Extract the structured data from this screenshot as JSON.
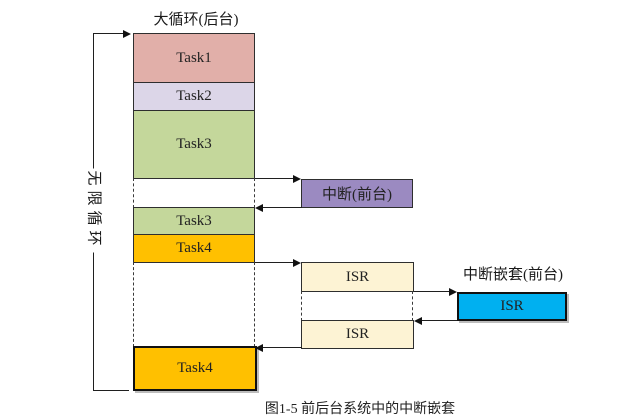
{
  "diagram": {
    "title": "大循环(后台)",
    "infinite_loop_label": "无限循环",
    "background_tasks": [
      {
        "label": "Task1",
        "color": "#e1afa9"
      },
      {
        "label": "Task2",
        "color": "#dcd6e8"
      },
      {
        "label": "Task3",
        "color": "#c4d79b"
      },
      {
        "label": "Task3",
        "color": "#c4d79b"
      },
      {
        "label": "Task4",
        "color": "#ffc000"
      },
      {
        "label": "Task4",
        "color": "#ffc000"
      }
    ],
    "interrupt_box": {
      "label": "中断(前台)",
      "color": "#9b8ac1"
    },
    "isr_boxes": [
      {
        "label": "ISR",
        "color": "#fdf3d4"
      },
      {
        "label": "ISR",
        "color": "#fdf3d4"
      }
    ],
    "nested": {
      "title": "中断嵌套(前台)",
      "isr_label": "ISR",
      "color": "#00b0f0"
    },
    "caption_partial": "图1-5 前后台系统中的中断嵌套",
    "colors": {
      "line": "#1f1f1f",
      "border": "#2e2e2e"
    }
  }
}
